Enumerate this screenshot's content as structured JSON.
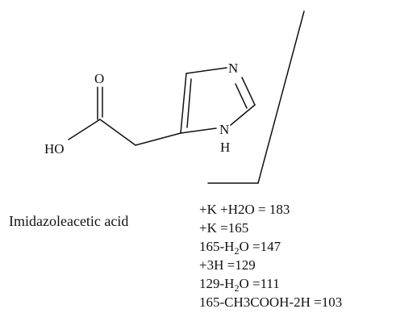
{
  "molecule": {
    "name": "Imidazoleacetic acid",
    "atoms": {
      "carbonyl_o": "O",
      "hydroxyl": "HO",
      "ring_n": "N",
      "ring_nh_n": "N",
      "ring_nh_h": "H"
    }
  },
  "fragments": [
    {
      "text": "+K +H2O = 183"
    },
    {
      "text": "+K =165"
    },
    {
      "pre": "165-H",
      "sub": "2",
      "post": "O =147"
    },
    {
      "text": "+3H =129"
    },
    {
      "pre": "129-H",
      "sub": "2",
      "post": "O =111"
    },
    {
      "text": "165-CH3COOH-2H =103"
    }
  ]
}
